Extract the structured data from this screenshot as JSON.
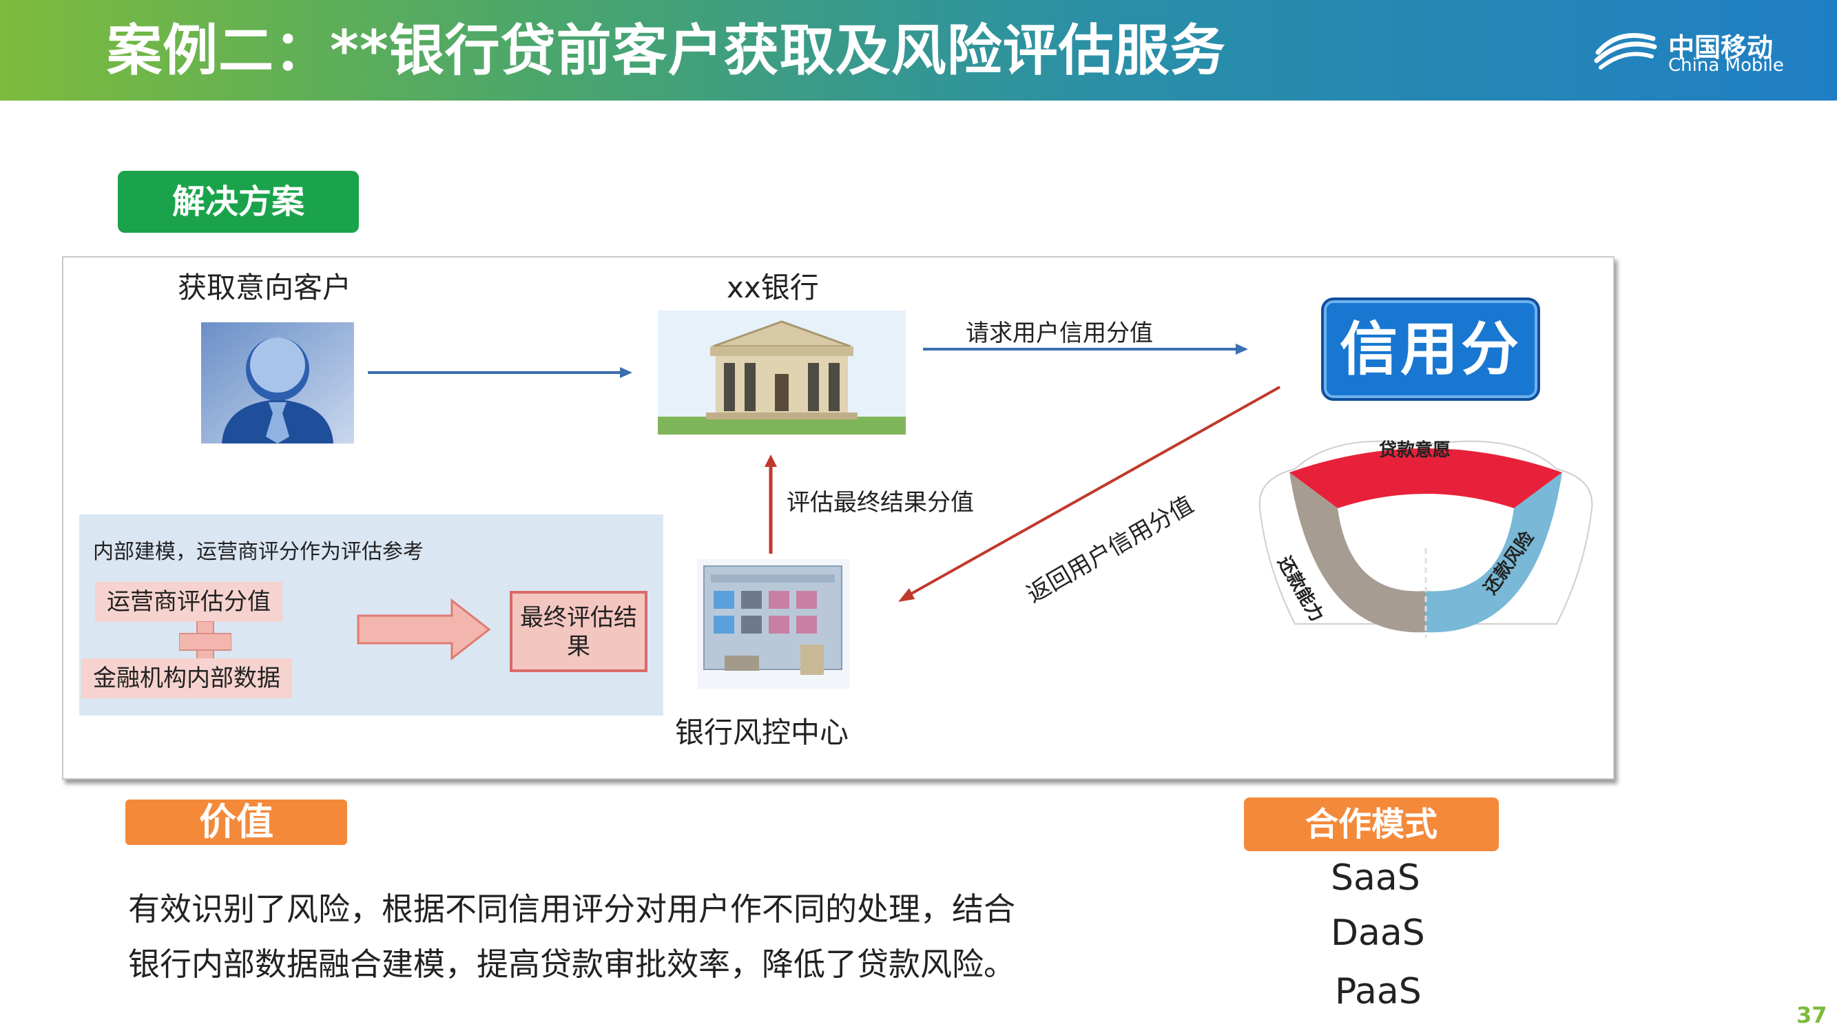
{
  "header": {
    "title": "案例二：**银行贷前客户获取及风险评估服务",
    "logo_cn": "中国移动",
    "logo_en": "China Mobile"
  },
  "solution": {
    "tag": "解决方案",
    "customer_label": "获取意向客户",
    "bank_label": "xx银行",
    "request_label": "请求用户信用分值",
    "return_label": "返回用户信用分值",
    "final_score_label": "评估最终结果分值",
    "risk_center_label": "银行风控中心",
    "credit_box_label": "信用分",
    "credit_segments": {
      "top": "贷款意愿",
      "left": "还款能力",
      "right": "还款风险"
    },
    "internal": {
      "title": "内部建模，运营商评分作为评估参考",
      "operator_score": "运营商评估分值",
      "bank_data": "金融机构内部数据",
      "final_result": "最终评估结果"
    }
  },
  "value": {
    "tag": "价值",
    "line1": "有效识别了风险，根据不同信用评分对用户作不同的处理，结合",
    "line2": "银行内部数据融合建模，提高贷款审批效率，降低了贷款风险。"
  },
  "cooperation": {
    "tag": "合作模式",
    "modes": [
      "SaaS",
      "DaaS",
      "PaaS"
    ]
  },
  "page_number": "37",
  "colors": {
    "header_start": "#7dbb3c",
    "header_end": "#1f7fc4",
    "solution_tag": "#1aa34a",
    "value_tag": "#f4893a",
    "credit_blue": "#1877d1",
    "arrow_blue": "#3b6fb0",
    "arrow_red": "#c0392b"
  }
}
